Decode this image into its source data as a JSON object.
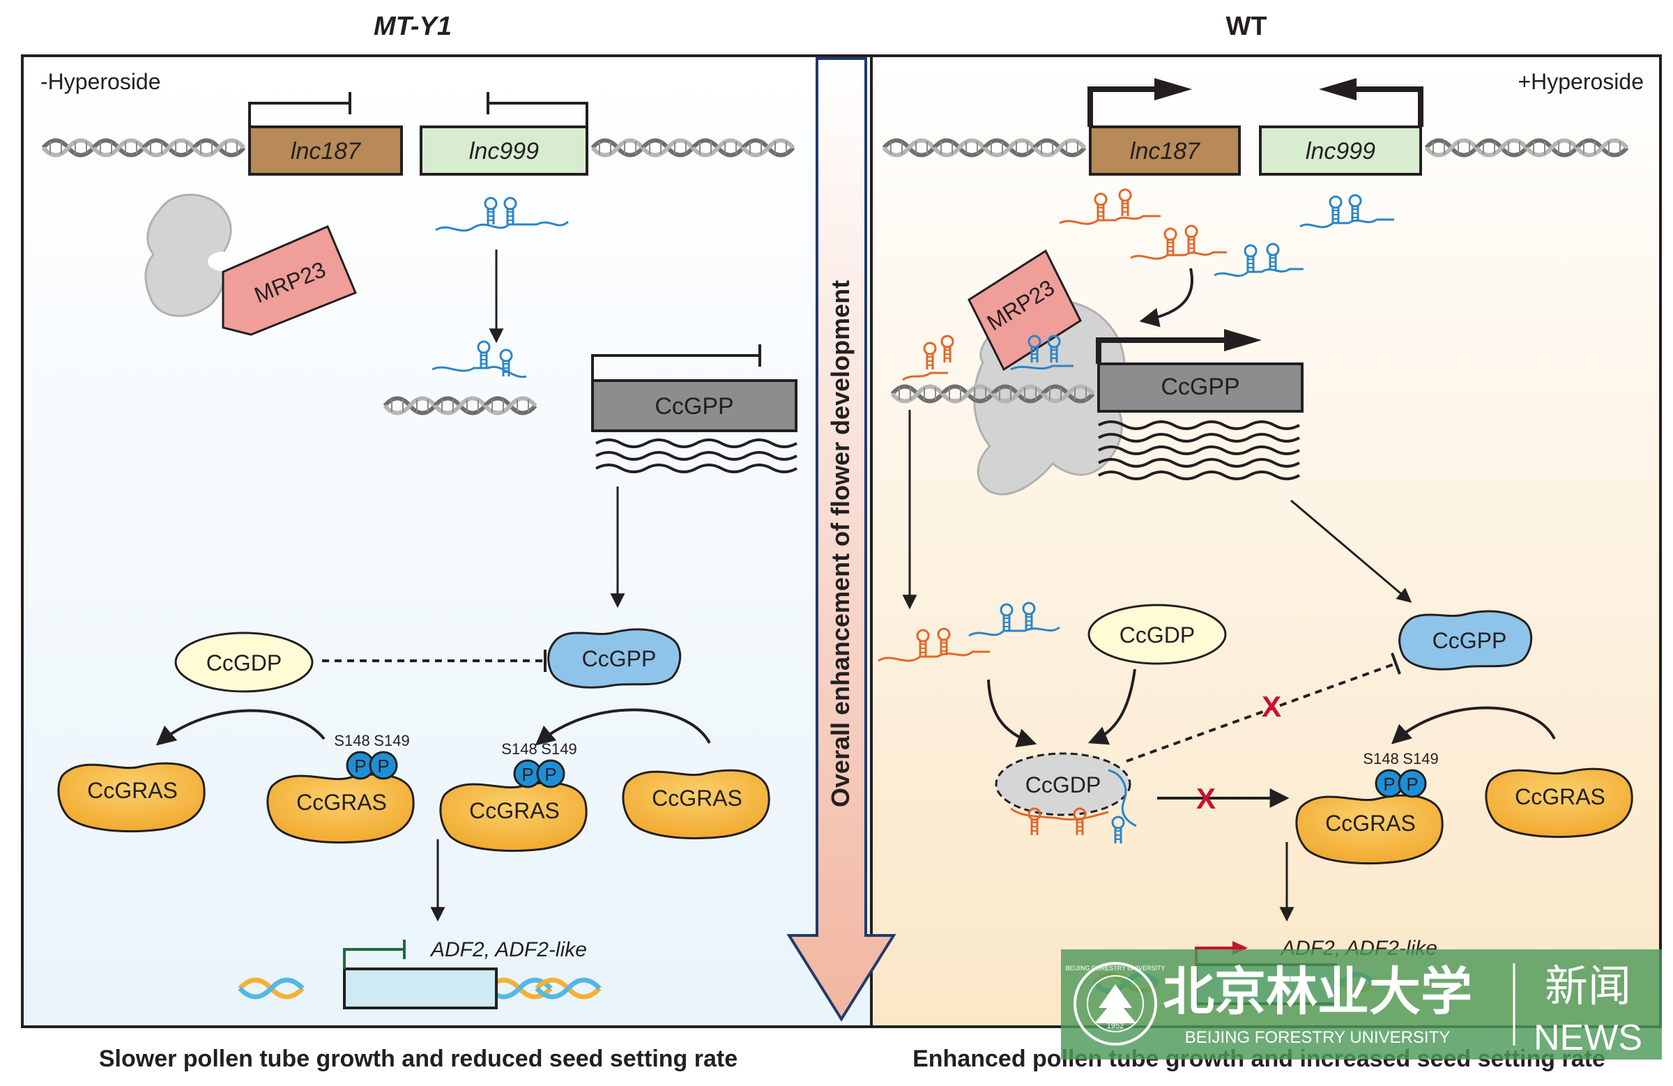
{
  "titles": {
    "left": "MT-Y1",
    "right": "WT"
  },
  "conditions": {
    "left": "-Hyperoside",
    "right": "+Hyperoside"
  },
  "genes": {
    "lnc187": "lnc187",
    "lnc999": "lnc999",
    "ccgpp": "CcGPP",
    "adf2": "ADF2, ADF2-like"
  },
  "proteins": {
    "mrp23": "MRP23",
    "ccgdp": "CcGDP",
    "ccgpp": "CcGPP",
    "ccgras": "CcGRAS",
    "phospho": "P",
    "site1": "S148",
    "site2": "S149"
  },
  "center_label": "Overall enhancement of flower development",
  "outcomes": {
    "left": "Slower pollen tube growth and reduced seed setting rate",
    "right": "Enhanced pollen tube growth and increased seed setting rate"
  },
  "inhibit_mark": "X",
  "watermark": {
    "chinese": "北京林业大学",
    "english": "BEIJING FORESTRY UNIVERSITY",
    "news_cn": "新闻",
    "news_en": "NEWS",
    "seal_year": "1952",
    "seal_text": "BEIJING FORESTRY UNIVERSITY"
  },
  "colors": {
    "lnc187_box": "#b78a58",
    "lnc999_box": "#d8ecd0",
    "ccgpp_gene": "#8d8d8d",
    "mrp23": "#ef9e99",
    "ccgdp": "#fffbd5",
    "ccgpp_protein": "#8ec4ea",
    "ccgras": "#f4b43a",
    "phospho": "#1e8fd6",
    "rna_orange": "#e2672a",
    "rna_blue": "#2b85c6",
    "inhibit_x": "#c8102e",
    "center_arrow": "#f2b6a0",
    "watermark_green": "#4e9a59"
  },
  "icons": [
    "dna-helix-icon",
    "rna-hairpin-icon",
    "ribosome-icon",
    "mrna-wave-icon",
    "activation-arrow-icon",
    "inhibition-bar-icon"
  ]
}
